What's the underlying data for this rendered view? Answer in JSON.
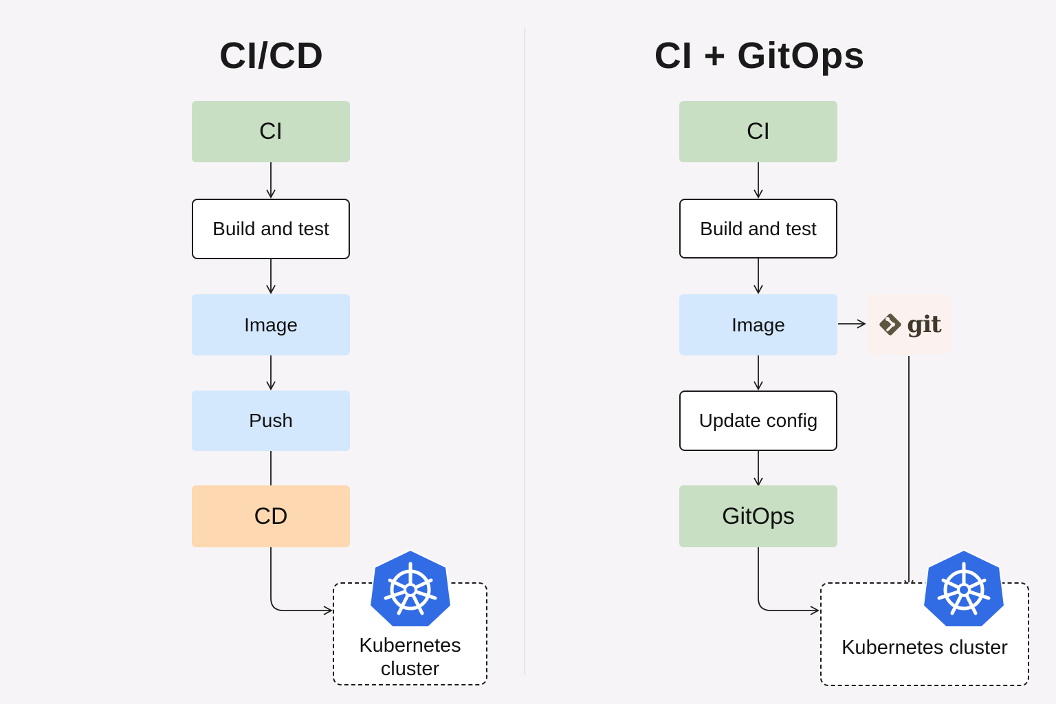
{
  "colors": {
    "background": "#f6f4f7",
    "green": "#c8dfc3",
    "blue": "#d4e8fd",
    "orange": "#fdd8b0",
    "kubernetes_blue": "#326ce5"
  },
  "left": {
    "title": "CI/CD",
    "nodes": [
      {
        "id": "ci",
        "label": "CI",
        "style": "green"
      },
      {
        "id": "build",
        "label": "Build and test",
        "style": "outline"
      },
      {
        "id": "image",
        "label": "Image",
        "style": "blue"
      },
      {
        "id": "push",
        "label": "Push",
        "style": "blue"
      },
      {
        "id": "cd",
        "label": "CD",
        "style": "orange"
      }
    ],
    "cluster": {
      "label_line1": "Kubernetes",
      "label_line2": "cluster",
      "icon": "kubernetes-helm-icon"
    }
  },
  "right": {
    "title": "CI + GitOps",
    "nodes": [
      {
        "id": "ci",
        "label": "CI",
        "style": "green"
      },
      {
        "id": "build",
        "label": "Build and test",
        "style": "outline"
      },
      {
        "id": "image",
        "label": "Image",
        "style": "blue"
      },
      {
        "id": "update",
        "label": "Update config",
        "style": "outline"
      },
      {
        "id": "gitops",
        "label": "GitOps",
        "style": "green"
      }
    ],
    "git": {
      "label": "git",
      "icon": "git-logo-icon"
    },
    "cluster": {
      "label": "Kubernetes cluster",
      "icon": "kubernetes-helm-icon"
    }
  }
}
